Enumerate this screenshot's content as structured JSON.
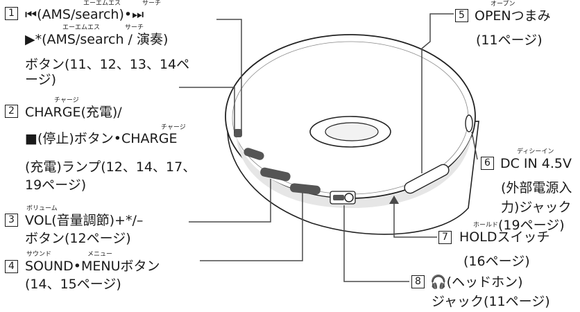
{
  "callouts": [
    {
      "number": "1",
      "lines": [
        "⏮(AMS/search)•⏭",
        "▶*(AMS/search / 演奏)",
        "ボタン(11、12、13、14ペ",
        "ージ)"
      ],
      "ruby": [
        {
          "text": "エーエムエス",
          "line": 0
        },
        {
          "text": "サーチ",
          "line": 0
        },
        {
          "text": "エーエムエス",
          "line": 1
        },
        {
          "text": "サーチ",
          "line": 1
        }
      ]
    },
    {
      "number": "2",
      "lines": [
        "CHARGE(充電)/",
        "■(停止)ボタン•CHARGE",
        "(充電)ランプ(12、14、17、",
        "19ページ)"
      ],
      "ruby": [
        {
          "text": "チャージ",
          "line": 0
        },
        {
          "text": "チャージ",
          "line": 1
        }
      ]
    },
    {
      "number": "3",
      "lines": [
        "VOL(音量調節)+*/–",
        "ボタン(12ページ)"
      ],
      "ruby": [
        {
          "text": "ボリューム",
          "line": 0
        }
      ]
    },
    {
      "number": "4",
      "lines": [
        "SOUND•MENUボタン",
        "(14、15ページ)"
      ],
      "ruby": [
        {
          "text": "サウンド",
          "line": 0
        },
        {
          "text": "メニュー",
          "line": 0
        }
      ]
    },
    {
      "number": "5",
      "lines": [
        "OPENつまみ",
        "(11ページ)"
      ],
      "ruby": [
        {
          "text": "オープン",
          "line": 0
        }
      ]
    },
    {
      "number": "6",
      "lines": [
        "DC IN 4.5V",
        "(外部電源入",
        "力)ジャック",
        "(19ページ)"
      ],
      "ruby": [
        {
          "text": "ディシーイン",
          "line": 0
        }
      ]
    },
    {
      "number": "7",
      "lines": [
        "HOLDスイッチ",
        "(16ページ)"
      ],
      "ruby": [
        {
          "text": "ホールド",
          "line": 0
        }
      ]
    },
    {
      "number": "8",
      "lines": [
        "🎧(ヘッドホン)",
        "ジャック(11ページ)"
      ],
      "ruby": []
    }
  ],
  "colors": {
    "text": "#1a1a1a",
    "leader": "#4a4a4a",
    "device_outline": "#222222",
    "device_fill": "#ffffff",
    "device_shadow": "#d9d9d9"
  },
  "icons": {
    "prev": "previous-track-icon",
    "next": "next-track-icon",
    "play": "play-icon",
    "stop": "stop-icon",
    "headphone": "headphone-icon",
    "arrow": "arrow-up-icon"
  }
}
